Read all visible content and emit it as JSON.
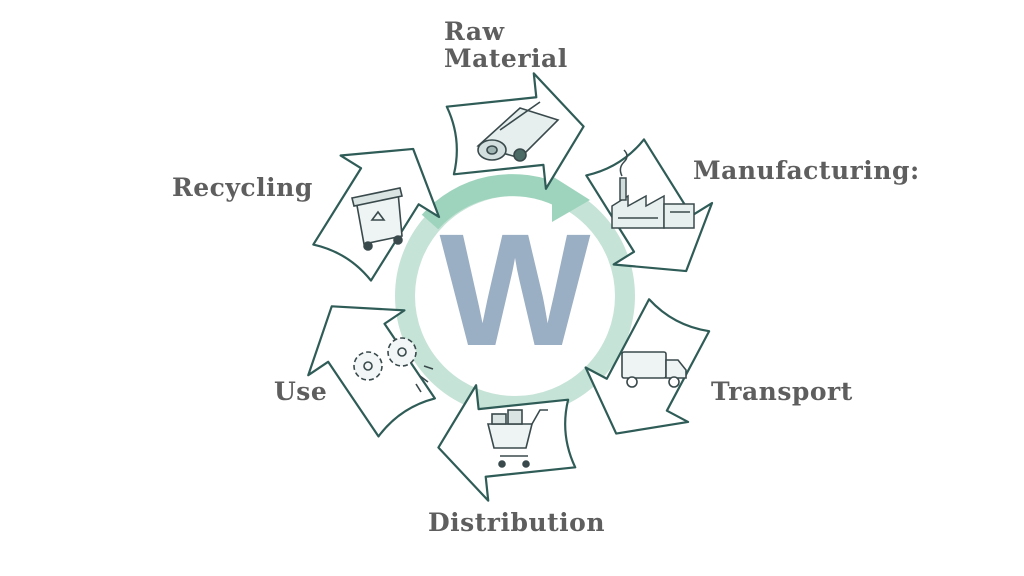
{
  "diagram": {
    "stages": [
      {
        "id": "raw-material",
        "lines": [
          "Raw",
          "Material"
        ],
        "icon": "paper-roll-icon"
      },
      {
        "id": "manufacturing",
        "lines": [
          "Manufacturing:"
        ],
        "icon": "factory-icon"
      },
      {
        "id": "transport",
        "lines": [
          "Transport"
        ],
        "icon": "truck-icon"
      },
      {
        "id": "distribution",
        "lines": [
          "Distribution"
        ],
        "icon": "shopping-cart-icon"
      },
      {
        "id": "use",
        "lines": [
          "Use"
        ],
        "icon": "gears-icon"
      },
      {
        "id": "recycling",
        "lines": [
          "Recycling"
        ],
        "icon": "recycling-bin-icon"
      }
    ],
    "logo": {
      "letter": "W",
      "icon": "w-logo-icon"
    }
  },
  "colors": {
    "label_text": "#5e5e5e",
    "arrow_stroke": "#2f5c57",
    "ring": "#bfe0d2",
    "ring_arrow": "#9ed4bd",
    "logo_letter": "#9aaec4",
    "icon_stroke": "#3a4a4c"
  }
}
